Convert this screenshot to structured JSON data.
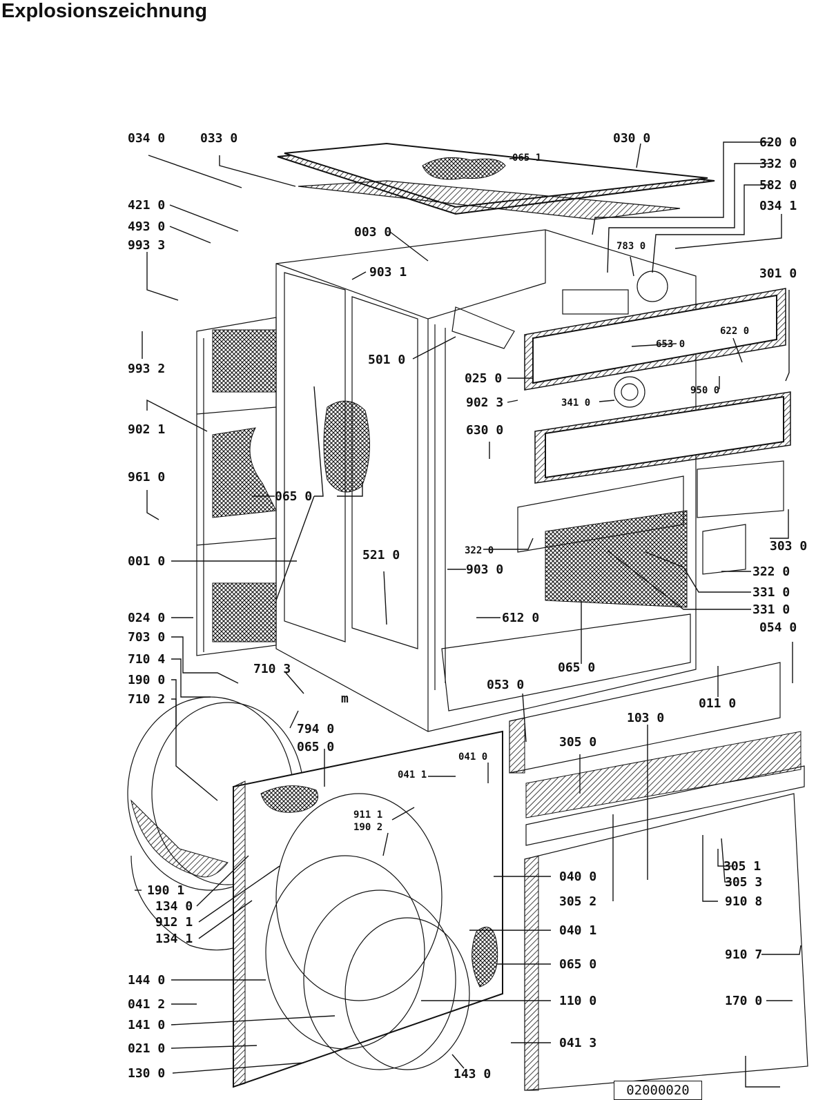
{
  "page": {
    "title": "Explosionszeichnung",
    "document_number": "02000020"
  },
  "labels": [
    "034 0",
    "033 0",
    "030 0",
    "065 1",
    "620 0",
    "332 0",
    "582 0",
    "034 1",
    "421 0",
    "493 0",
    "993 3",
    "003 0",
    "903 1",
    "783 0",
    "301 0",
    "993 2",
    "501 0",
    "653 0",
    "622 0",
    "025 0",
    "950 0",
    "902 3",
    "341 0",
    "902 1",
    "630 0",
    "961 0",
    "065 0",
    "322 0",
    "303 0",
    "903 0",
    "521 0",
    "001 0",
    "322 0",
    "331 0",
    "331 0",
    "612 0",
    "024 0",
    "054 0",
    "703 0",
    "710 4",
    "710 3",
    "065 0",
    "190 0",
    "053 0",
    "011 0",
    "710 2",
    "m",
    "794 0",
    "103 0",
    "065 0",
    "305 0",
    "041 0",
    "041 1",
    "911 1",
    "190 2",
    "305 1",
    "305 3",
    "040 0",
    "190 1",
    "134 0",
    "305 2",
    "910 8",
    "912 1",
    "134 1",
    "040 1",
    "910 7",
    "144 0",
    "065 0",
    "041 2",
    "110 0",
    "170 0",
    "141 0",
    "041 3",
    "021 0",
    "130 0",
    "143 0"
  ]
}
